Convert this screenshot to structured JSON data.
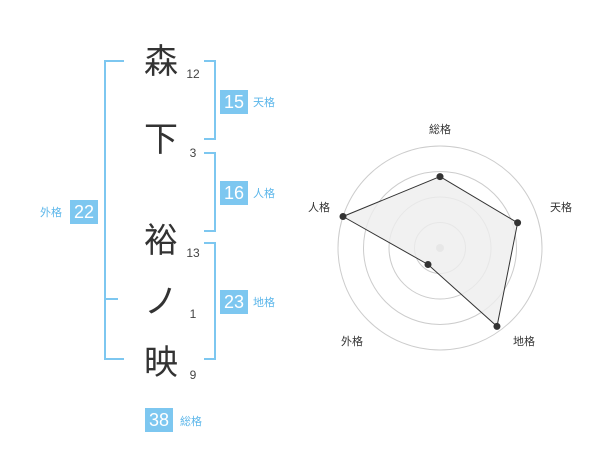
{
  "name": {
    "characters": [
      {
        "char": "森",
        "strokes": "12"
      },
      {
        "char": "下",
        "strokes": "3"
      },
      {
        "char": "裕",
        "strokes": "13"
      },
      {
        "char": "ノ",
        "strokes": "1"
      },
      {
        "char": "映",
        "strokes": "9"
      }
    ]
  },
  "fortune": {
    "tenkaku": {
      "value": "15",
      "label": "天格"
    },
    "jinkaku": {
      "value": "16",
      "label": "人格"
    },
    "chikaku": {
      "value": "23",
      "label": "地格"
    },
    "gaikaku": {
      "value": "22",
      "label": "外格"
    },
    "soukaku": {
      "value": "38",
      "label": "総格"
    }
  },
  "chart_data": {
    "type": "radar",
    "axes": [
      "総格",
      "天格",
      "地格",
      "外格",
      "人格"
    ],
    "values": [
      0.7,
      0.8,
      0.95,
      0.2,
      1.0
    ],
    "range": [
      0,
      1
    ],
    "rings": 4,
    "colors": {
      "fill": "#eeeeee",
      "ring": "#cccccc",
      "outline": "#333333",
      "point": "#333333"
    }
  }
}
